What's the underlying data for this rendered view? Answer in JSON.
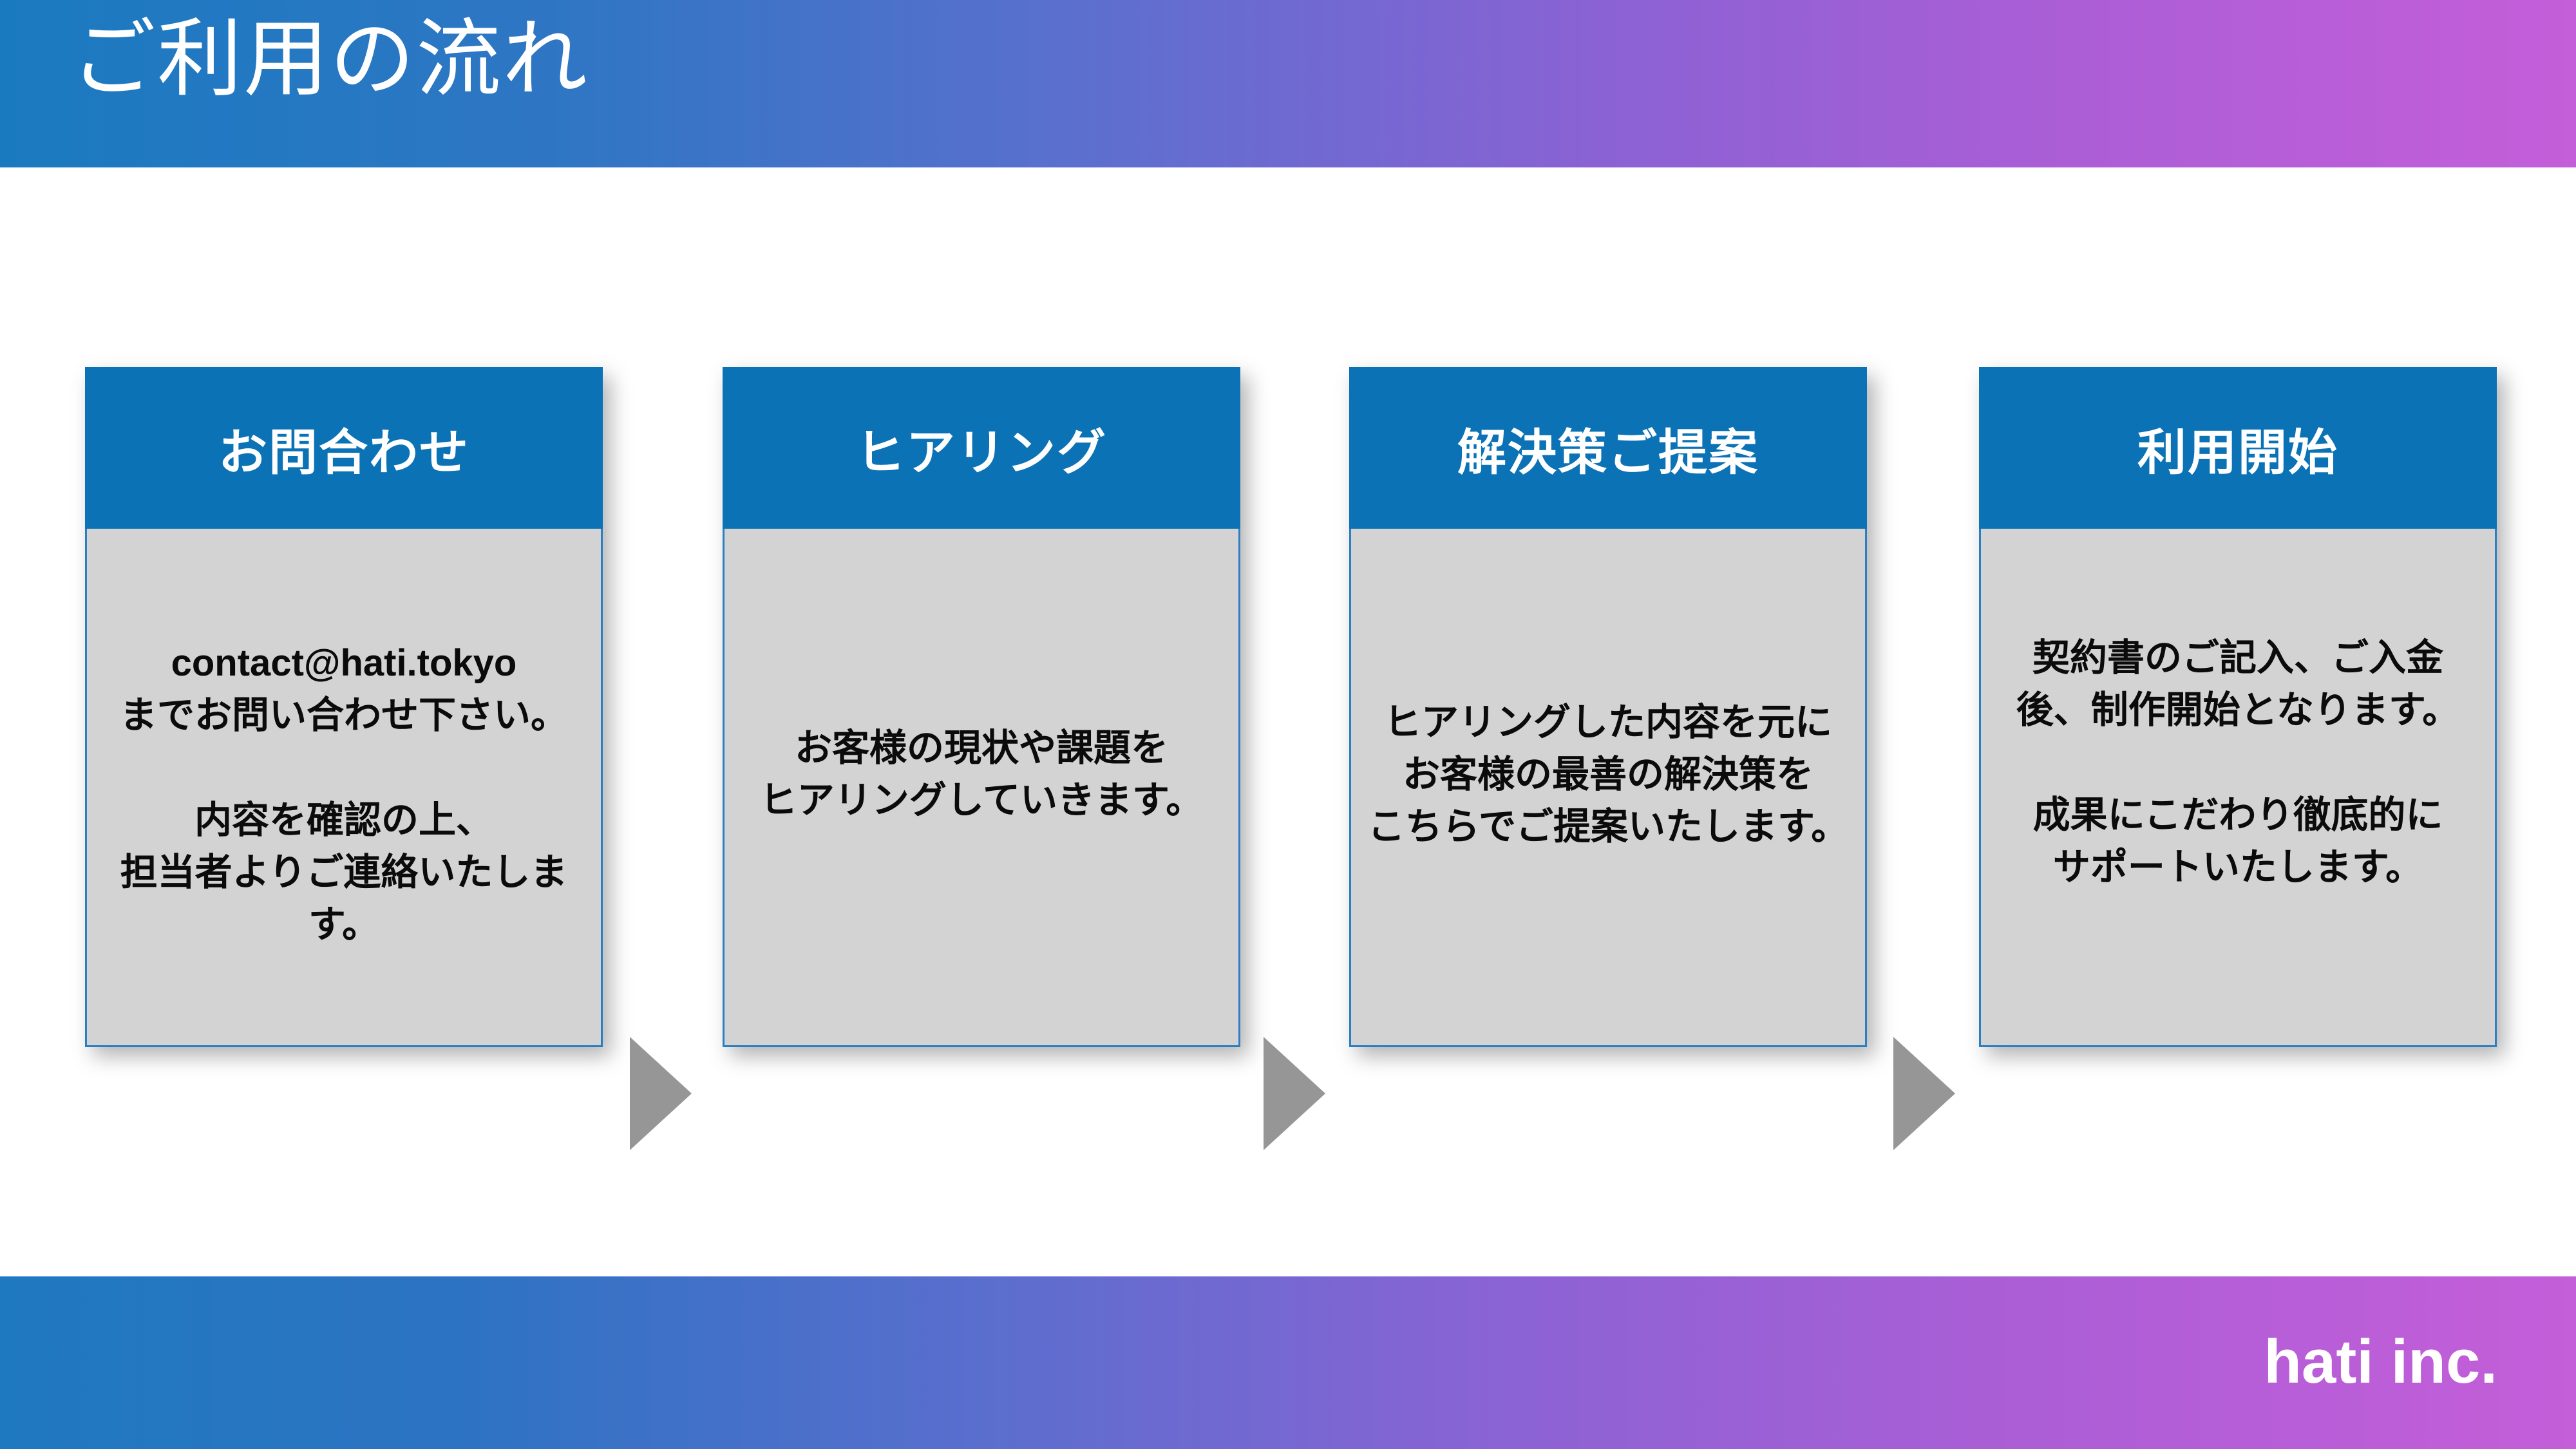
{
  "header": {
    "title": "ご利用の流れ",
    "gradient_from": "#1a7ac0",
    "gradient_to": "#c45ed9"
  },
  "footer": {
    "logo": "hati inc.",
    "gradient_from": "#1f79c0",
    "gradient_to": "#c45ed9"
  },
  "theme": {
    "card_header_bg": "#0a72b5",
    "card_body_bg": "#d3d3d3",
    "card_border": "#2b7fc0",
    "arrow_color": "#969696",
    "text_color": "#0b0b0b",
    "header_text_color": "#ffffff"
  },
  "flow": {
    "steps": [
      {
        "title": "お問合わせ",
        "body": "contact@hati.tokyo\nまでお問い合わせ下さい。\n\n内容を確認の上、\n担当者よりご連絡いたします。"
      },
      {
        "title": "ヒアリング",
        "body": "お客様の現状や課題を\nヒアリングしていきます。"
      },
      {
        "title": "解決策ご提案",
        "body": "ヒアリングした内容を元に\nお客様の最善の解決策を\nこちらでご提案いたします。"
      },
      {
        "title": "利用開始",
        "body": "契約書のご記入、ご入金\n後、制作開始となります。\n\n成果にこだわり徹底的に\nサポートいたします。"
      }
    ],
    "arrows": [
      {
        "icon": "arrow-right-icon"
      },
      {
        "icon": "arrow-right-icon"
      },
      {
        "icon": "arrow-right-icon"
      }
    ]
  }
}
